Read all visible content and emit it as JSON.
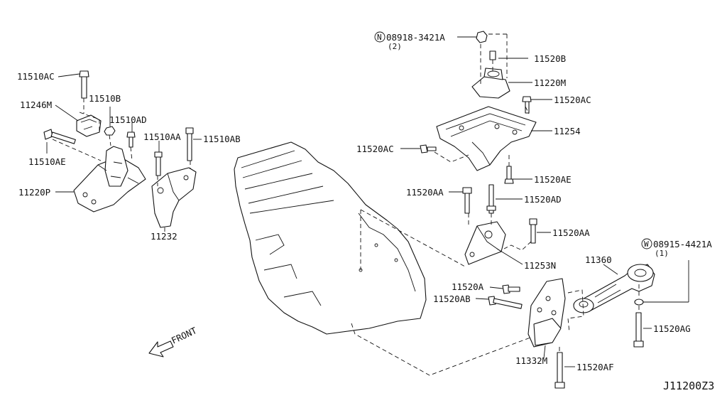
{
  "diagram": {
    "reference_code": "J11200Z3",
    "direction_label": "FRONT",
    "callouts": [
      {
        "id": "c1",
        "label": "08918-3421A",
        "prefix": "N",
        "qty": "(2)"
      },
      {
        "id": "c2",
        "label": "11520B"
      },
      {
        "id": "c3",
        "label": "11220M"
      },
      {
        "id": "c4",
        "label": "11520AC"
      },
      {
        "id": "c5",
        "label": "11254"
      },
      {
        "id": "c6",
        "label": "11520AC"
      },
      {
        "id": "c7",
        "label": "11520AE"
      },
      {
        "id": "c8",
        "label": "11520AA"
      },
      {
        "id": "c9",
        "label": "11520AD"
      },
      {
        "id": "c10",
        "label": "11520AA"
      },
      {
        "id": "c11",
        "label": "11253N"
      },
      {
        "id": "c12",
        "label": "08915-4421A",
        "prefix": "W",
        "qty": "(1)"
      },
      {
        "id": "c13",
        "label": "11360"
      },
      {
        "id": "c14",
        "label": "11520A"
      },
      {
        "id": "c15",
        "label": "11520AB"
      },
      {
        "id": "c16",
        "label": "11520AG"
      },
      {
        "id": "c17",
        "label": "11332M"
      },
      {
        "id": "c18",
        "label": "11520AF"
      },
      {
        "id": "c19",
        "label": "11510AC"
      },
      {
        "id": "c20",
        "label": "11246M"
      },
      {
        "id": "c21",
        "label": "11510B"
      },
      {
        "id": "c22",
        "label": "11510AD"
      },
      {
        "id": "c23",
        "label": "11510AA"
      },
      {
        "id": "c24",
        "label": "11510AB"
      },
      {
        "id": "c25",
        "label": "11510AE"
      },
      {
        "id": "c26",
        "label": "11220P"
      },
      {
        "id": "c27",
        "label": "11232"
      }
    ]
  }
}
